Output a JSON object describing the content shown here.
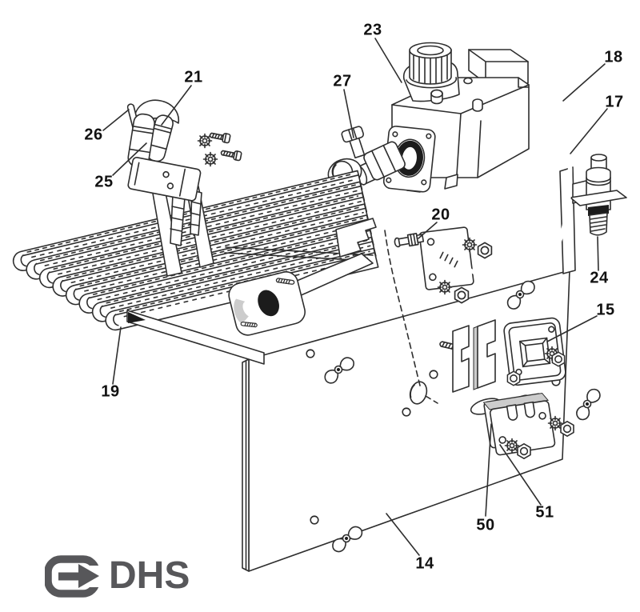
{
  "diagram": {
    "callouts": {
      "n14": "14",
      "n15": "15",
      "n17": "17",
      "n18": "18",
      "n19": "19",
      "n20": "20",
      "n21": "21",
      "n23": "23",
      "n24": "24",
      "n25": "25",
      "n26": "26",
      "n27": "27",
      "n50": "50",
      "n51": "51"
    },
    "logo_text": "DHS",
    "colors": {
      "line": "#2e2e2e",
      "dark": "#1c1c1c",
      "shade": "#cccccc",
      "label": "#111111",
      "logo": "#57575a",
      "background": "#ffffff"
    }
  }
}
